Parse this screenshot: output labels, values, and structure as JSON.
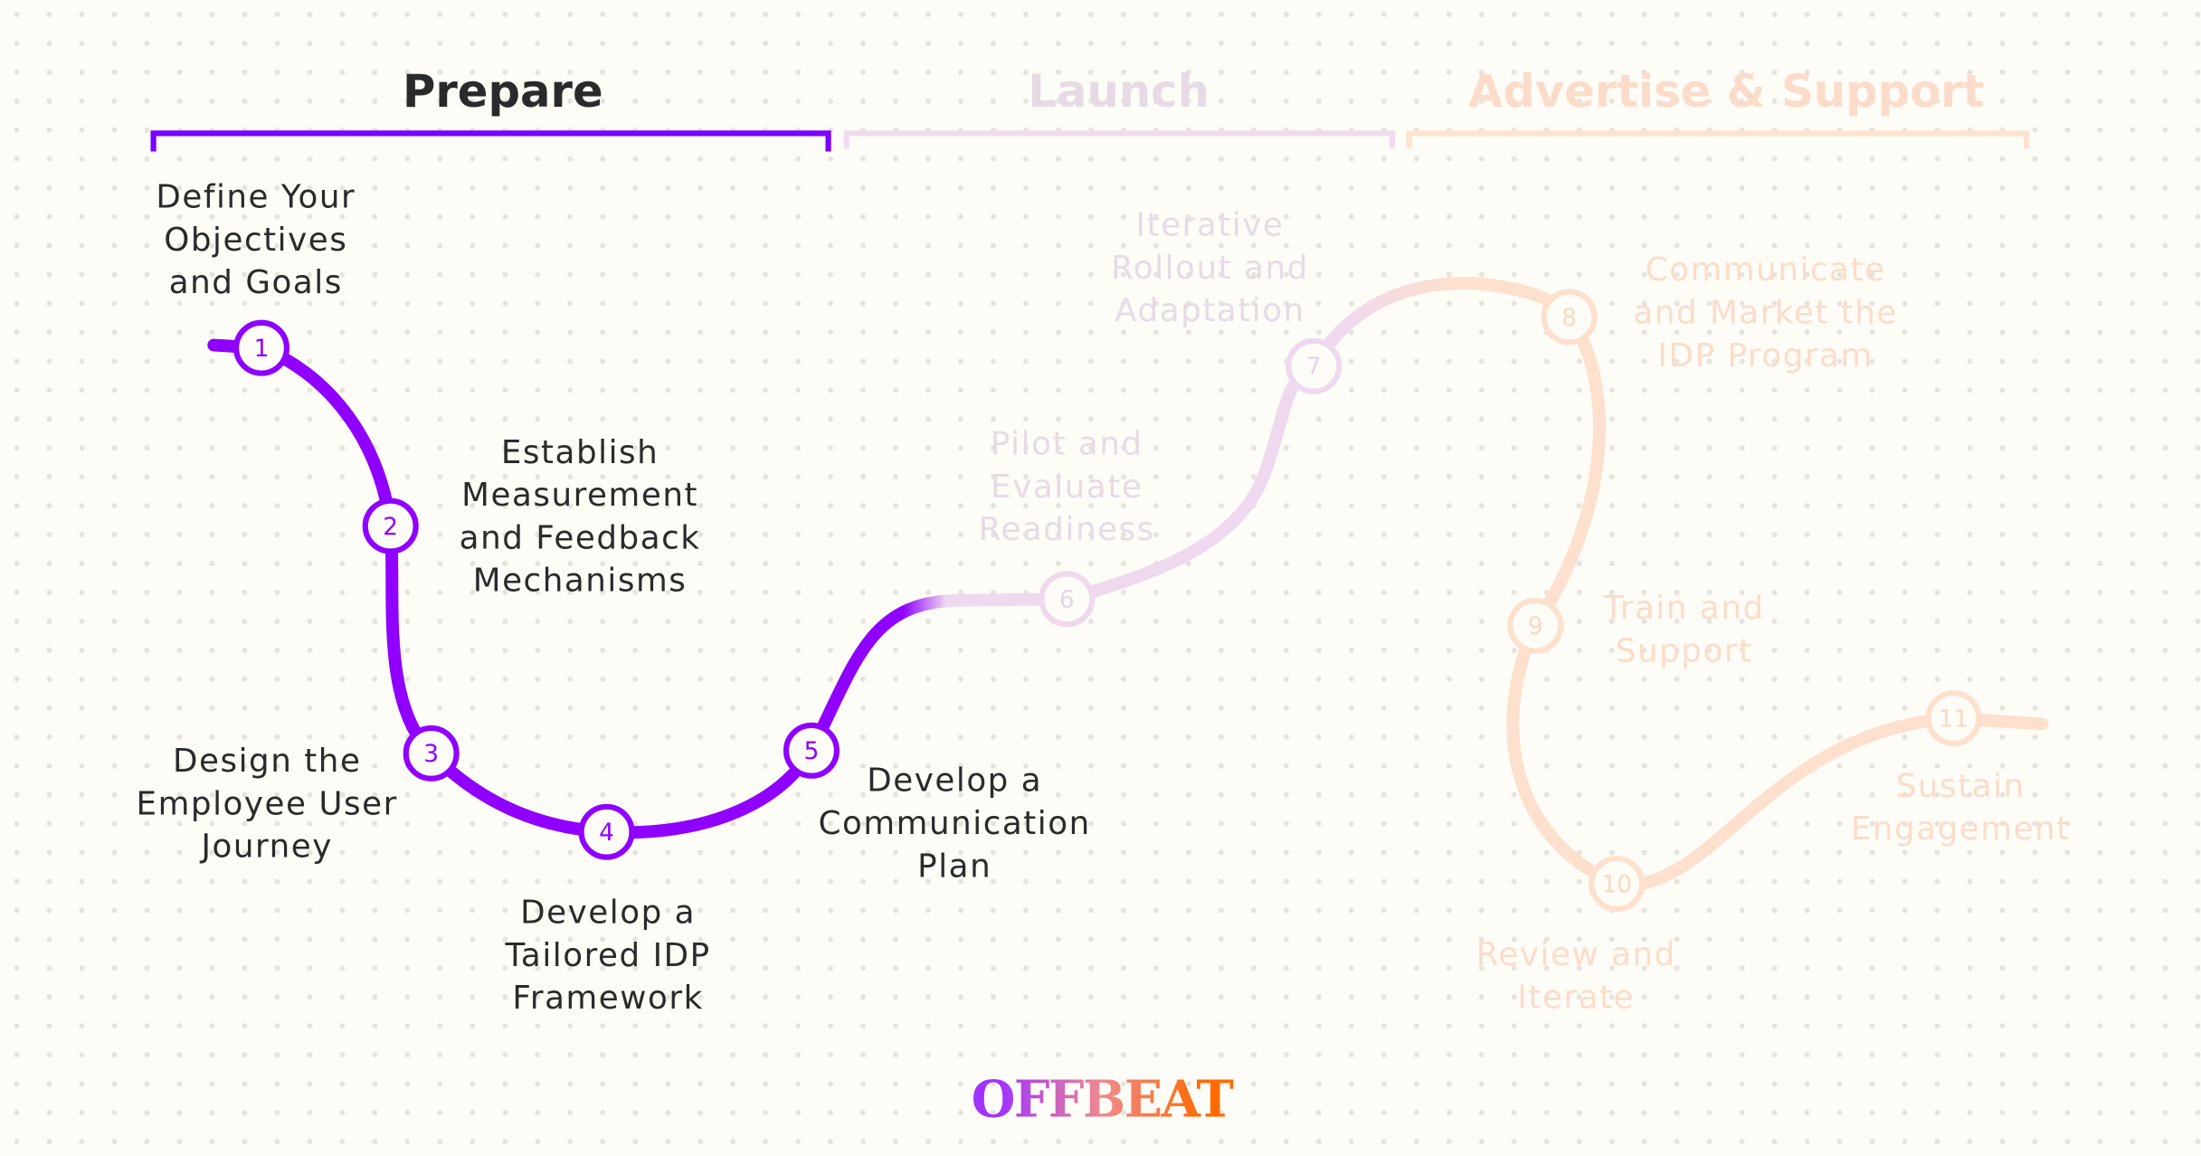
{
  "phases": [
    {
      "title": "Prepare",
      "color": "#7a00ff"
    },
    {
      "title": "Launch",
      "color": "#f0dcef"
    },
    {
      "title": "Advertise & Support",
      "color": "#fde3d2"
    }
  ],
  "colors": {
    "path_active": "#8f00ff",
    "text": "#2a2a2a",
    "background": "#fefcf6",
    "dots": "#e6e3de"
  },
  "steps": [
    {
      "number": "1",
      "lines": [
        "Define Your",
        "Objectives",
        "and Goals"
      ]
    },
    {
      "number": "2",
      "lines": [
        "Establish",
        "Measurement",
        "and Feedback",
        "Mechanisms"
      ]
    },
    {
      "number": "3",
      "lines": [
        "Design the",
        "Employee User",
        "Journey"
      ]
    },
    {
      "number": "4",
      "lines": [
        "Develop a",
        "Tailored IDP",
        "Framework"
      ]
    },
    {
      "number": "5",
      "lines": [
        "Develop a",
        "Communication",
        "Plan"
      ]
    },
    {
      "number": "6",
      "lines": [
        "Pilot and",
        "Evaluate",
        "Readiness"
      ]
    },
    {
      "number": "7",
      "lines": [
        "Iterative",
        "Rollout and",
        "Adaptation"
      ]
    },
    {
      "number": "8",
      "lines": [
        "Communicate",
        "and Market the",
        "IDP Program"
      ]
    },
    {
      "number": "9",
      "lines": [
        "Train and",
        "Support"
      ]
    },
    {
      "number": "10",
      "lines": [
        "Review and",
        "Iterate"
      ]
    },
    {
      "number": "11",
      "lines": [
        "Sustain",
        "Engagement"
      ]
    }
  ],
  "logo": {
    "text": "OFFBEAT"
  }
}
